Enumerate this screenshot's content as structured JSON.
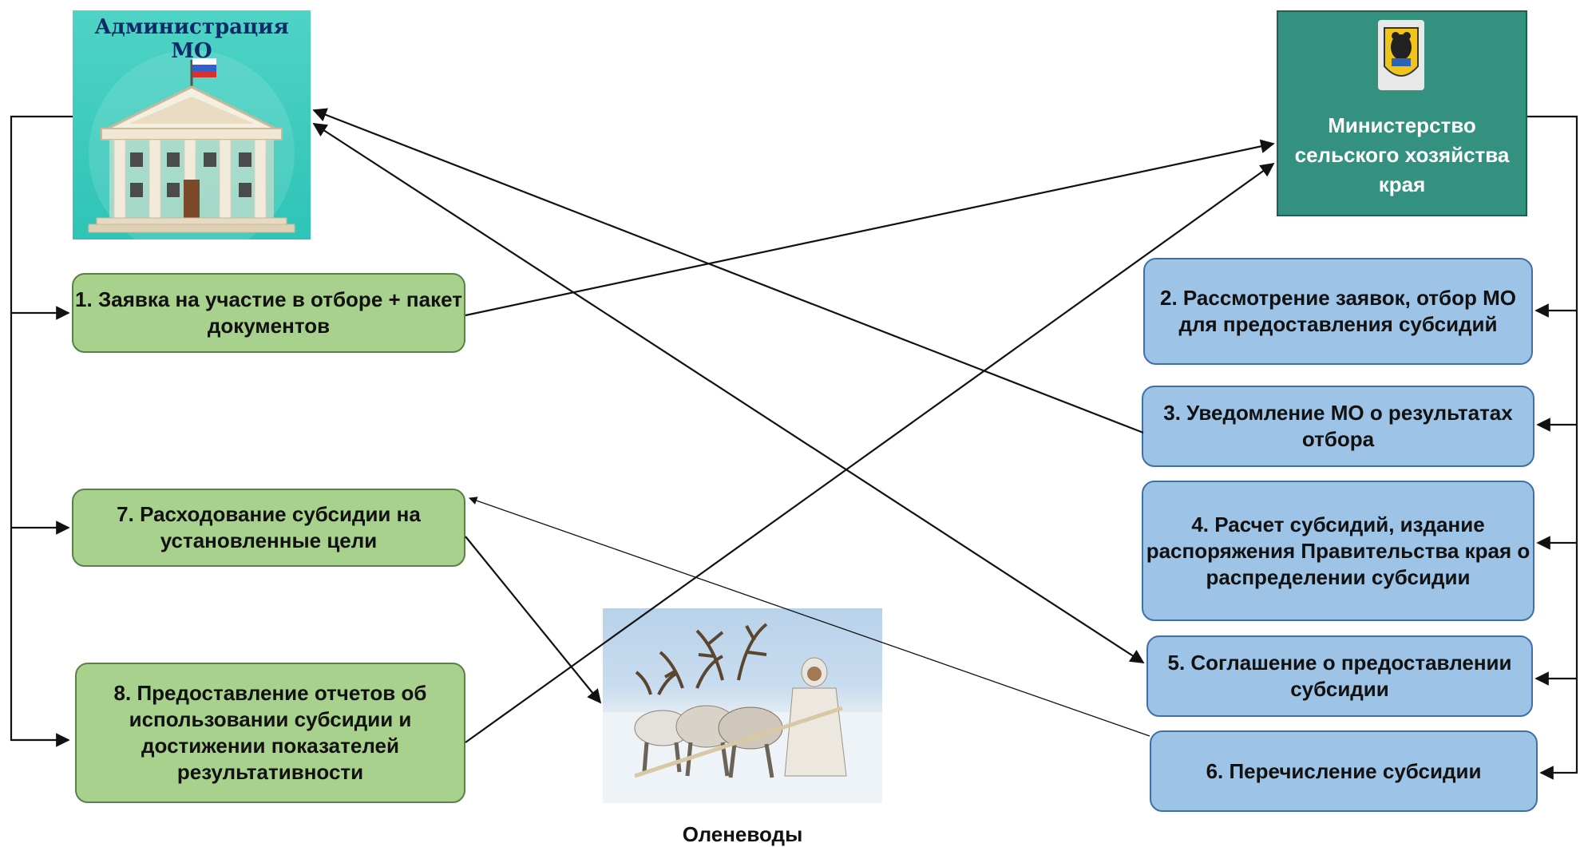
{
  "admin": {
    "title": "Администрация МО"
  },
  "ministry": {
    "label": "Министерство сельского хозяйства края"
  },
  "steps_left": [
    {
      "label": "1. Заявка на участие в отборе + пакет документов"
    },
    {
      "label": "7. Расходование субсидии на установленные цели"
    },
    {
      "label": "8. Предоставление отчетов об использовании субсидии и достижении показателей результативности"
    }
  ],
  "steps_right": [
    {
      "label": "2. Рассмотрение заявок, отбор МО для предоставления субсидий"
    },
    {
      "label": "3. Уведомление МО о результатах отбора"
    },
    {
      "label": "4. Расчет субсидий, издание распоряжения Правительства края о распределении субсидии"
    },
    {
      "label": "5. Соглашение о предоставлении субсидии"
    },
    {
      "label": "6. Перечисление субсидии"
    }
  ],
  "photo": {
    "caption": "Оленеводы"
  },
  "colors": {
    "green_box": "#a9d18e",
    "blue_box": "#9dc3e6",
    "ministry": "#34917f",
    "admin_bg": "#2ec4b6",
    "arrow": "#111111"
  }
}
